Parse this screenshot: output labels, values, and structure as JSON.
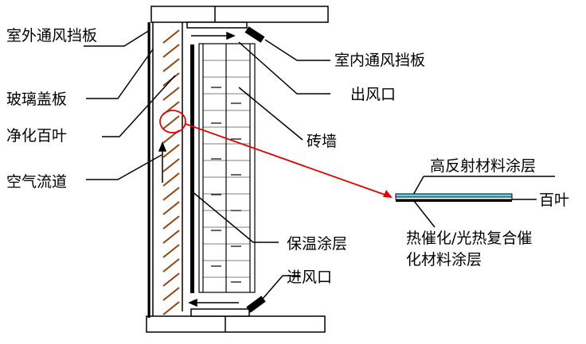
{
  "labels": {
    "outer_damper": "室外通风挡板",
    "glass_cover": "玻璃盖板",
    "purify_louver": "净化百叶",
    "air_channel": "空气流道",
    "inner_damper": "室内通风挡板",
    "outlet": "出风口",
    "brick_wall": "砖墙",
    "insulation": "保温涂层",
    "inlet": "进风口",
    "high_reflect": "高反射材料涂层",
    "louver": "百叶",
    "catalyst_line1": "热催化/光热复合催",
    "catalyst_line2": "化材料涂层"
  },
  "colors": {
    "line": "#000000",
    "hatch": "#8b4513",
    "callout": "#e00000",
    "reflect_layer": "#5fd3e8"
  }
}
